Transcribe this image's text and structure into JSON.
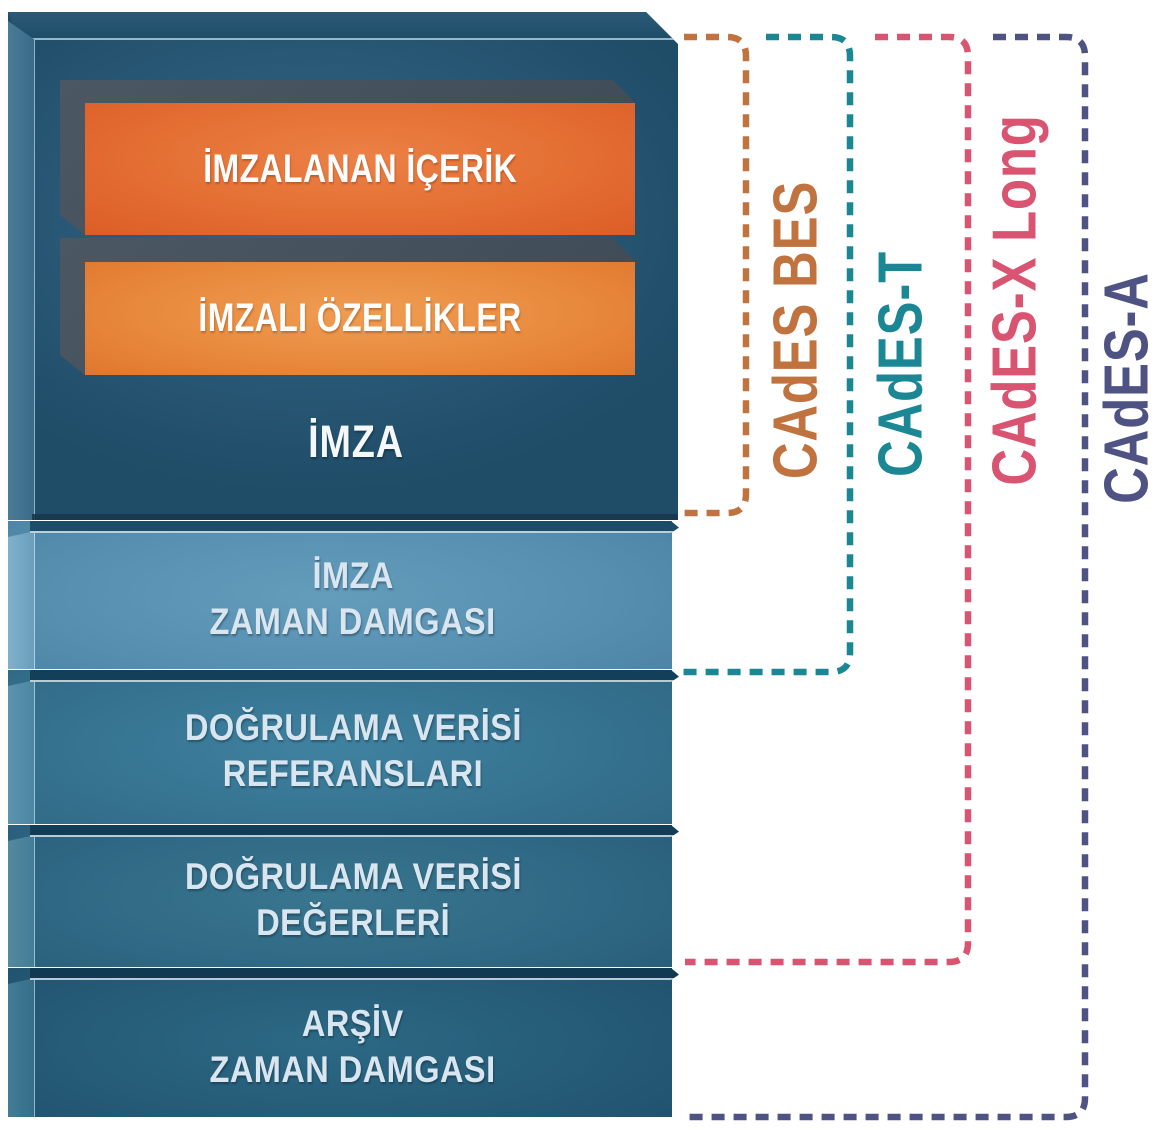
{
  "diagram": {
    "container": {
      "signed_content": "İMZALANAN İÇERİK",
      "signed_attributes": "İMZALI ÖZELLİKLER",
      "signature": "İMZA"
    },
    "layers": [
      {
        "id": "imza-zaman-damgasi",
        "line1": "İMZA",
        "line2": "ZAMAN DAMGASI"
      },
      {
        "id": "dogrulama-verisi-referanslari",
        "line1": "DOĞRULAMA VERİSİ",
        "line2": "REFERANSLARI"
      },
      {
        "id": "dogrulama-verisi-degerleri",
        "line1": "DOĞRULAMA VERİSİ",
        "line2": "DEĞERLERİ"
      },
      {
        "id": "arsiv-zaman-damgasi",
        "line1": "ARŞİV",
        "line2": "ZAMAN DAMGASI"
      }
    ],
    "brackets": [
      {
        "label": "CAdES BES",
        "color": "#c0733f"
      },
      {
        "label": "CAdES-T",
        "color": "#1b8795"
      },
      {
        "label": "CAdES-X Long",
        "color": "#d85471"
      },
      {
        "label": "CAdES-A",
        "color": "#4e5384"
      }
    ],
    "palette": {
      "signed_content_box": "#e2692f",
      "signed_attributes_box": "#e78936",
      "signature_container": "#275574",
      "signature_timestamp_layer": "#568fb0",
      "validation_refs_layer": "#35728f",
      "validation_values_layer": "#2f6884",
      "archive_timestamp_layer": "#255b77",
      "layer_text": "#d9e6ef"
    }
  }
}
